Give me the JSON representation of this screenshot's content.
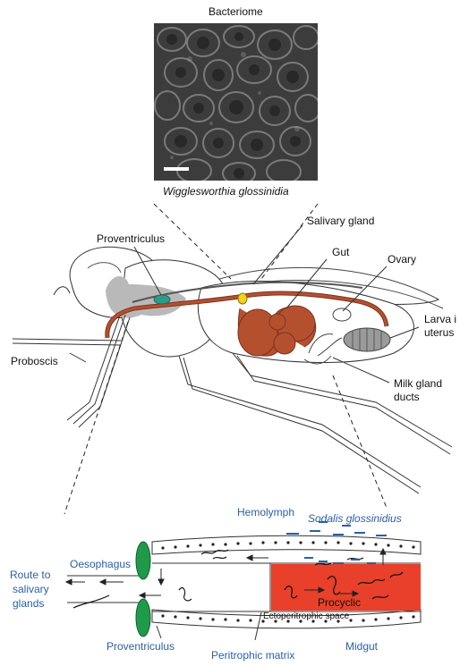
{
  "figure": {
    "micrograph_title": "Bacteriome",
    "micrograph_caption": "Wigglesworthia glossinidia",
    "fly_labels": {
      "salivary_gland": "Salivary gland",
      "proventriculus": "Proventriculus",
      "gut": "Gut",
      "ovary": "Ovary",
      "larva_line1": "Larva i",
      "larva_line2": "uterus",
      "proboscis": "Proboscis",
      "milk_gland_line1": "Milk gland",
      "milk_gland_line2": "ducts"
    },
    "gut_labels": {
      "hemolymph": "Hemolymph",
      "sodalis": "Sodalis glossinidius",
      "oesophagus": "Oesophagus",
      "route_line1": "Route to",
      "route_line2": "salivary",
      "route_line3": "glands",
      "procyclic": "Procyclic",
      "ectoperitrophic": "Ectoperitrophic space",
      "proventriculus": "Proventriculus",
      "peritrophic_matrix": "Peritrophic matrix",
      "midgut": "Midgut"
    },
    "colors": {
      "gut_brown": "#b5502f",
      "proventriculus_teal": "#2f9a8a",
      "green_valve": "#1f9a4a",
      "procyclic_red": "#e8402a",
      "label_blue": "#2a5fa8",
      "micrograph_gray": "#3a3a3a"
    }
  }
}
